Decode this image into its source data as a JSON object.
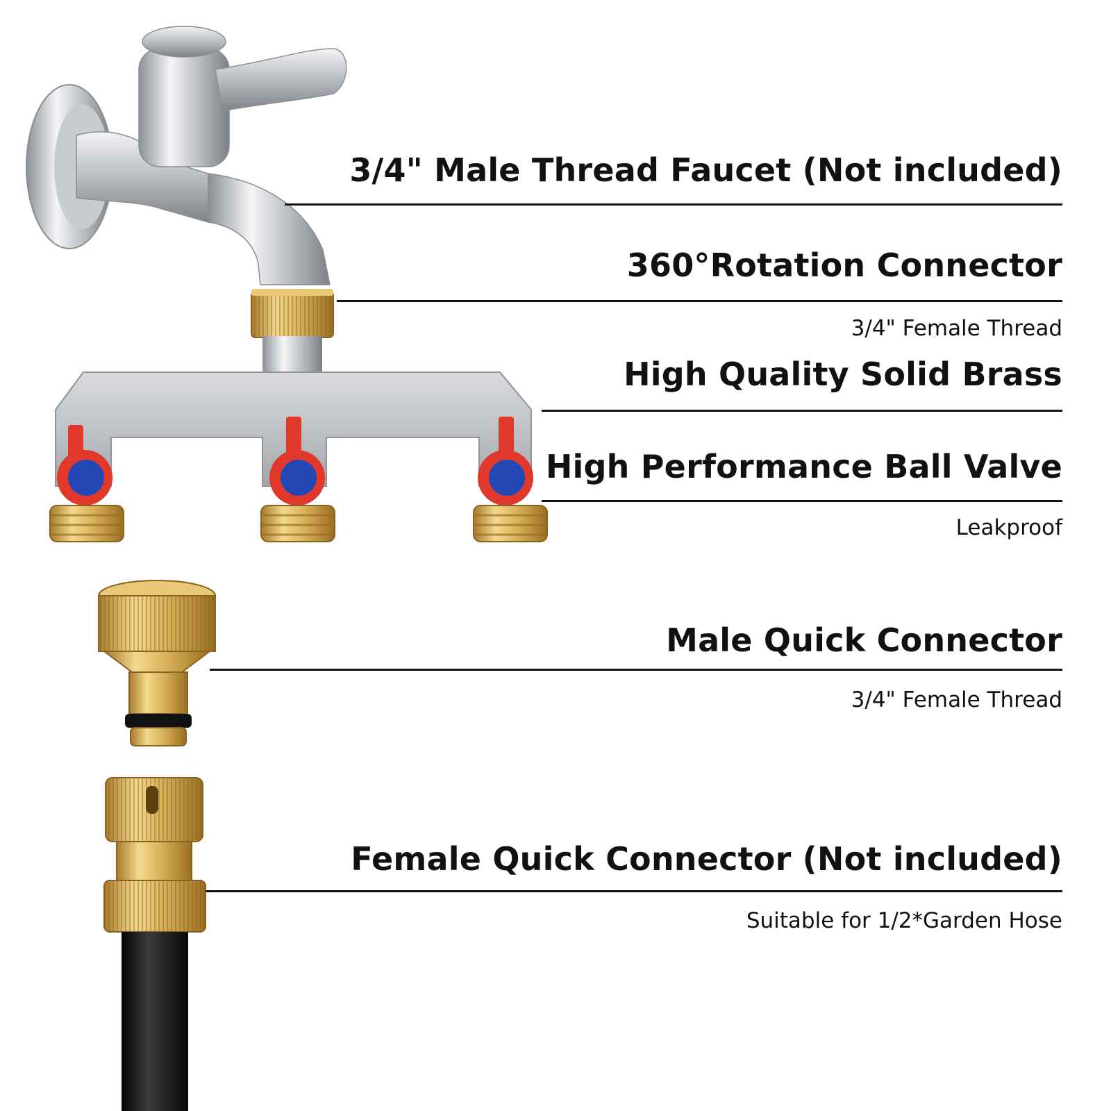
{
  "callouts": [
    {
      "title": "3/4\" Male Thread Faucet (Not included)",
      "sub": ""
    },
    {
      "title": "360°Rotation Connector",
      "sub": "3/4\" Female Thread"
    },
    {
      "title": "High Quality Solid Brass",
      "sub": ""
    },
    {
      "title": "High Performance Ball Valve",
      "sub": "Leakproof"
    },
    {
      "title": "Male Quick Connector",
      "sub": "3/4\" Female Thread"
    },
    {
      "title": "Female Quick Connector (Not included)",
      "sub": "Suitable for 1/2*Garden Hose"
    }
  ],
  "colors": {
    "chrome": "#c9ccd1",
    "brass": "#d8b057",
    "valve_handle": "#e0392b",
    "valve_cap": "#2347b5",
    "hose": "#1a1a1a",
    "text": "#111111"
  },
  "icons": [
    "faucet",
    "four-way-manifold",
    "ball-valve",
    "male-quick-connector",
    "female-quick-connector",
    "garden-hose"
  ]
}
